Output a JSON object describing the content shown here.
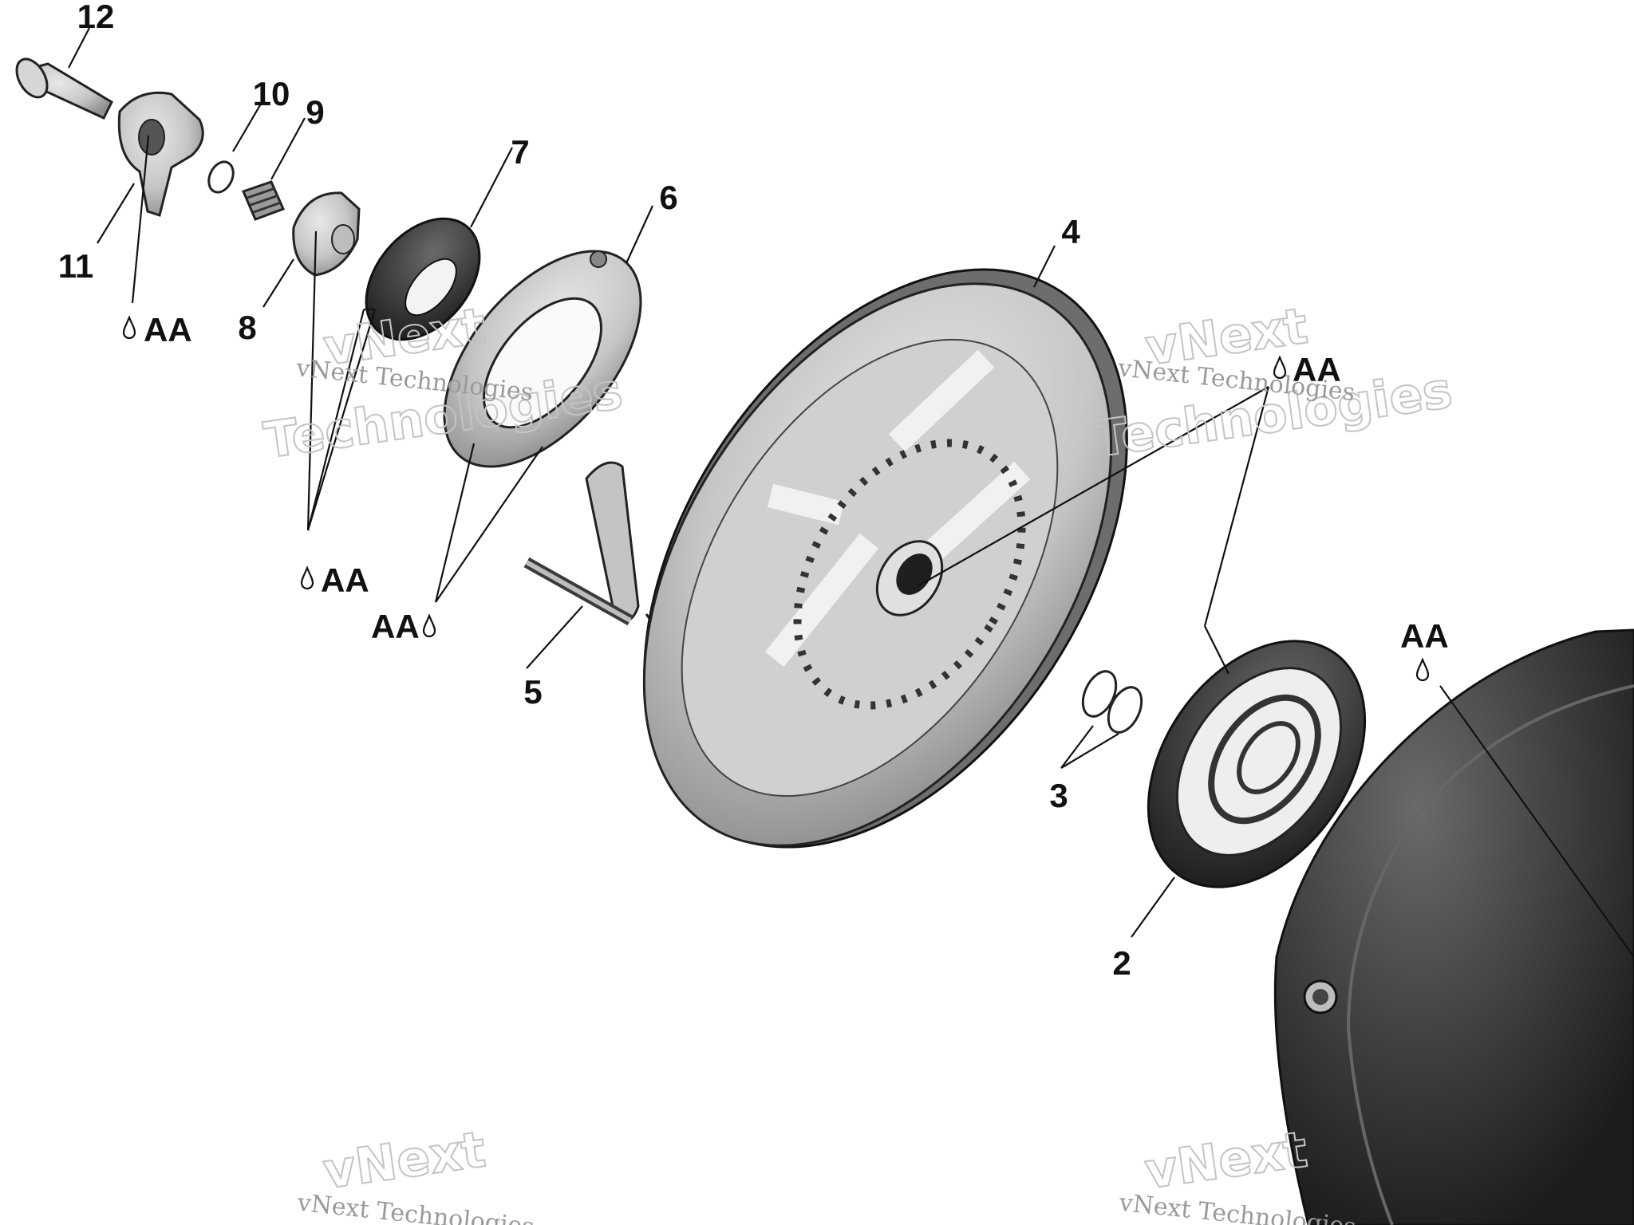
{
  "callouts": {
    "n1": "12",
    "n2": "11",
    "n3": "10",
    "n4": "9",
    "n5": "8",
    "n6": "7",
    "n7": "6",
    "n8": "5",
    "n9": "4",
    "n10": "3",
    "n11": "2",
    "lube": "AA"
  },
  "watermark": {
    "line1": "vNext Technologies",
    "line2": "vNext",
    "line3": "Technologies"
  },
  "colors": {
    "part_light": "#c9c9c9",
    "part_dark": "#3a3a3a",
    "line": "#111111"
  }
}
